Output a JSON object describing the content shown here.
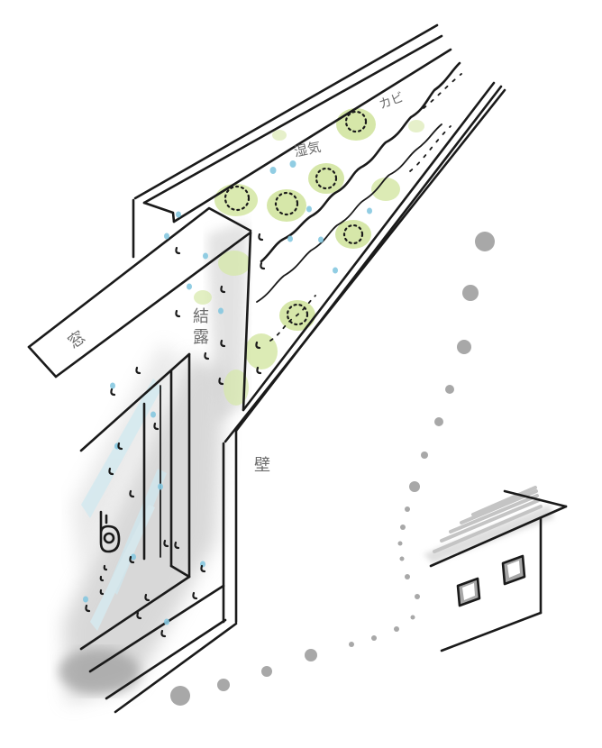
{
  "labels": {
    "window": "窓",
    "condensation": "結露",
    "humidity": "湿気",
    "mold": "カビ",
    "wall": "壁"
  },
  "colors": {
    "ink": "#1a1a1a",
    "shadow": "#9a9a9a",
    "mold": "#b9d66a",
    "droplet": "#86c8e0",
    "light_ray": "#bfe3ee",
    "label": "#6b6b6b"
  }
}
